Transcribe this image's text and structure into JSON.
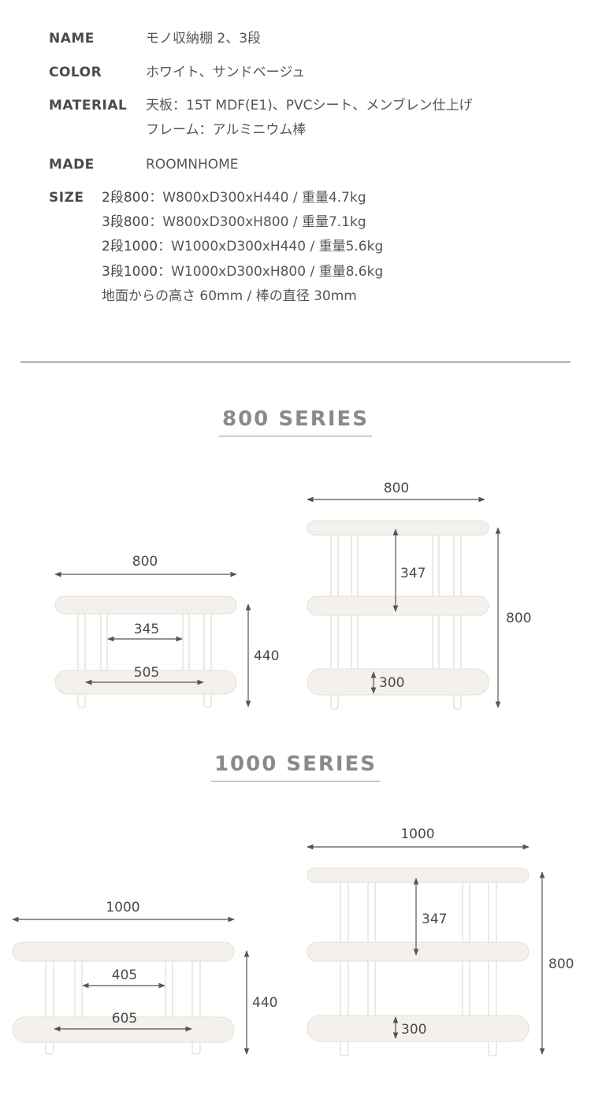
{
  "specs": {
    "name": {
      "label": "NAME",
      "value": "モノ収納棚 2、3段"
    },
    "color": {
      "label": "COLOR",
      "value": "ホワイト、サンドベージュ"
    },
    "material": {
      "label": "MATERIAL",
      "value1": "天板：15T MDF(E1)、PVCシート、メンブレン仕上げ",
      "value2": "フレーム：アルミニウム棒"
    },
    "made": {
      "label": "MADE",
      "value": "ROOMNHOME"
    },
    "size": {
      "label": "SIZE",
      "lines": [
        {
          "key": "2段800",
          "value": "：W800xD300xH440 / 重量4.7kg"
        },
        {
          "key": "3段800",
          "value": "：W800xD300xH800 / 重量7.1kg"
        },
        {
          "key": "2段1000",
          "value": "：W1000xD300xH440 / 重量5.6kg"
        },
        {
          "key": "3段1000",
          "value": "：W1000xD300xH800 / 重量8.6kg"
        }
      ],
      "note": "地面からの高さ 60mm / 棒の直径 30mm"
    }
  },
  "series800": {
    "title": "800 SERIES",
    "two_tier": {
      "width": "800",
      "inner_width": "345",
      "shelf_length": "505",
      "height": "440"
    },
    "three_tier": {
      "width": "800",
      "gap": "347",
      "height": "800",
      "base": "300"
    }
  },
  "series1000": {
    "title": "1000 SERIES",
    "two_tier": {
      "width": "1000",
      "inner_width": "405",
      "shelf_length": "605",
      "height": "440"
    },
    "three_tier": {
      "width": "1000",
      "gap": "347",
      "height": "800",
      "base": "300"
    }
  },
  "colors": {
    "shelf": "#f4f1ec",
    "shelf_edge": "#e4dfd6",
    "leg": "#ffffff",
    "leg_edge": "#d9d6d0",
    "dim_line": "#555555"
  }
}
